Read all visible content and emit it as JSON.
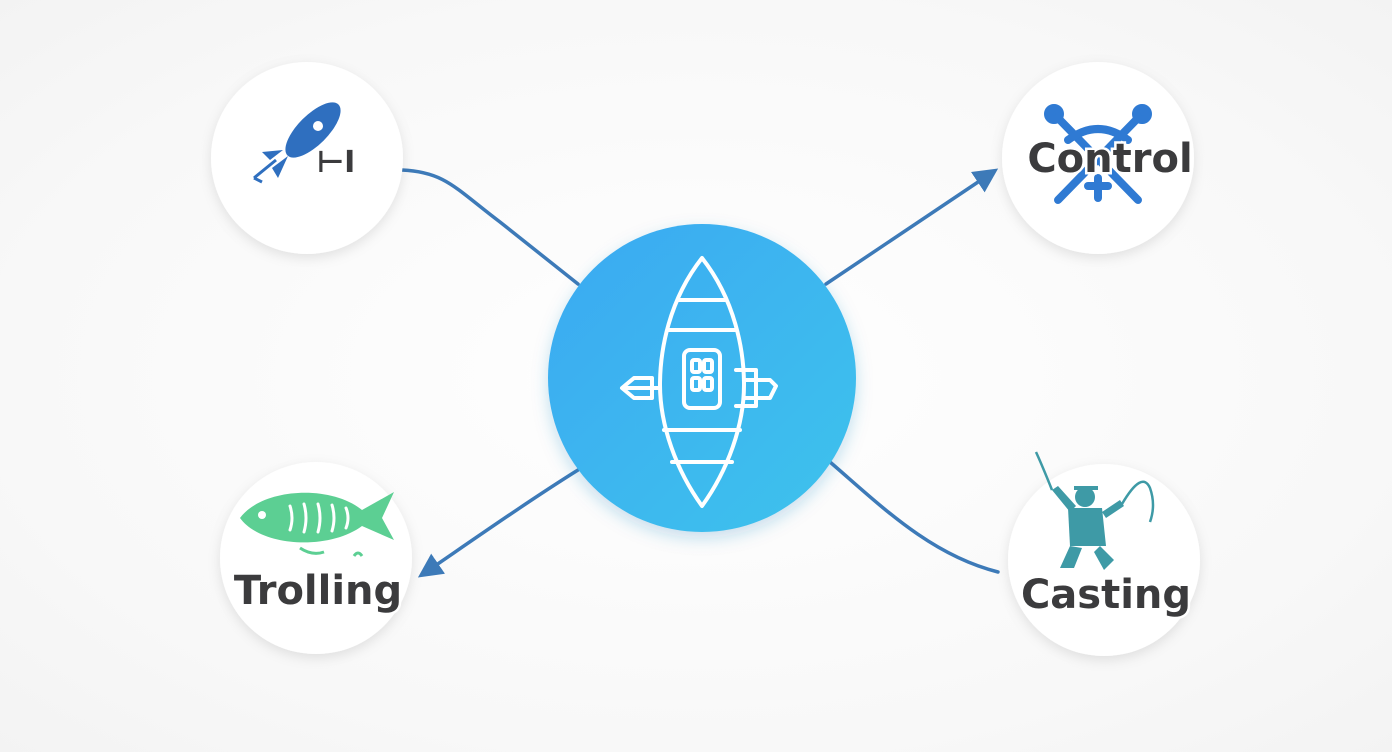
{
  "diagram": {
    "center": {
      "icon": "kayak-icon",
      "color": "#3bb4ef"
    },
    "nodes": [
      {
        "id": "top-left",
        "label": "⊢I",
        "icon": "lure-icon",
        "icon_color": "#2f6fbf"
      },
      {
        "id": "top-right",
        "label": "Control",
        "icon": "crossed-paddles-icon",
        "icon_color": "#2f7ad3"
      },
      {
        "id": "bottom-left",
        "label": "Trolling",
        "icon": "fish-icon",
        "icon_color": "#5ccf93"
      },
      {
        "id": "bottom-right",
        "label": "Casting",
        "icon": "angler-icon",
        "icon_color": "#3e9aa6"
      }
    ],
    "connector_color": "#3d7ab8"
  }
}
